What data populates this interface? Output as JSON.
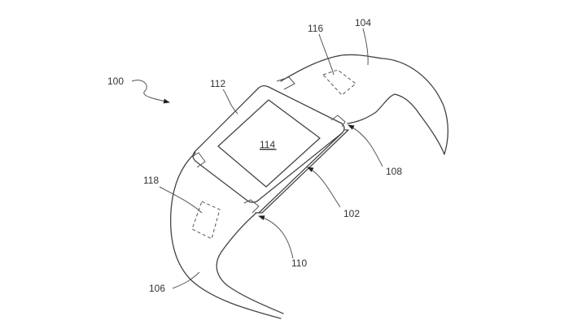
{
  "figure": {
    "labels": {
      "device": "100",
      "watch_body": "112",
      "sensor_upper": "116",
      "band_upper": "104",
      "display": "114",
      "sensor_lower": "118",
      "connector_upper": "108",
      "side_edge": "102",
      "connector_lower": "110",
      "band_lower": "106"
    }
  }
}
